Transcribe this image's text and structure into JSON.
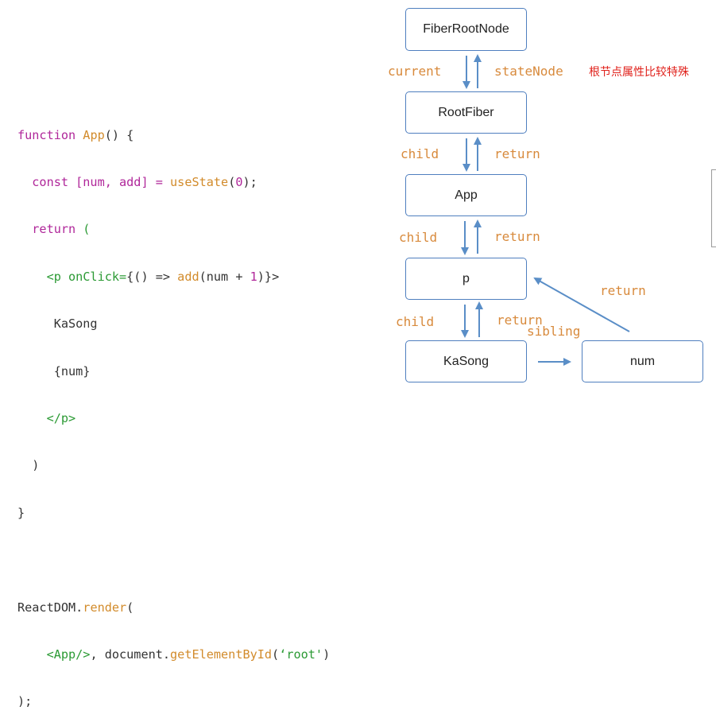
{
  "code": {
    "line1": {
      "a": "function ",
      "b": "App",
      "c": "() {"
    },
    "line2": {
      "a": "  const [num, add] = ",
      "b": "useState",
      "c": "(",
      "d": "0",
      "e": ");"
    },
    "line3": {
      "a": "  return ",
      "b": "("
    },
    "line4": {
      "a": "    <p onClick=",
      "b": "{() => ",
      "c": "add",
      "d": "(num + ",
      "e": "1",
      "f": ")}>"
    },
    "line5": "     KaSong",
    "line6": "     {num}",
    "line7": "    </p>",
    "line8": "  )",
    "line9": "}",
    "line11": {
      "a": "ReactDOM.",
      "b": "render",
      "c": "("
    },
    "line12": {
      "a": "    <App/>",
      "b": ", document.",
      "c": "getElementById",
      "d": "(",
      "e": "‘root'",
      "f": ")"
    },
    "line13": ");"
  },
  "nodes": {
    "fiber_root_node": "FiberRootNode",
    "root_fiber": "RootFiber",
    "app": "App",
    "p": "p",
    "kasong": "KaSong",
    "num": "num"
  },
  "edges": {
    "current": "current",
    "state_node": "stateNode",
    "child1": "child",
    "return1": "return",
    "child2": "child",
    "return2": "return",
    "child3": "child",
    "return3": "return",
    "sibling": "sibling",
    "return_num": "return"
  },
  "note": "根节点属性比较特殊",
  "colors": {
    "node_border": "#4f7fbf",
    "arrow": "#5a8ec7",
    "edge_label": "#d88a3c",
    "note": "#e0211b"
  }
}
